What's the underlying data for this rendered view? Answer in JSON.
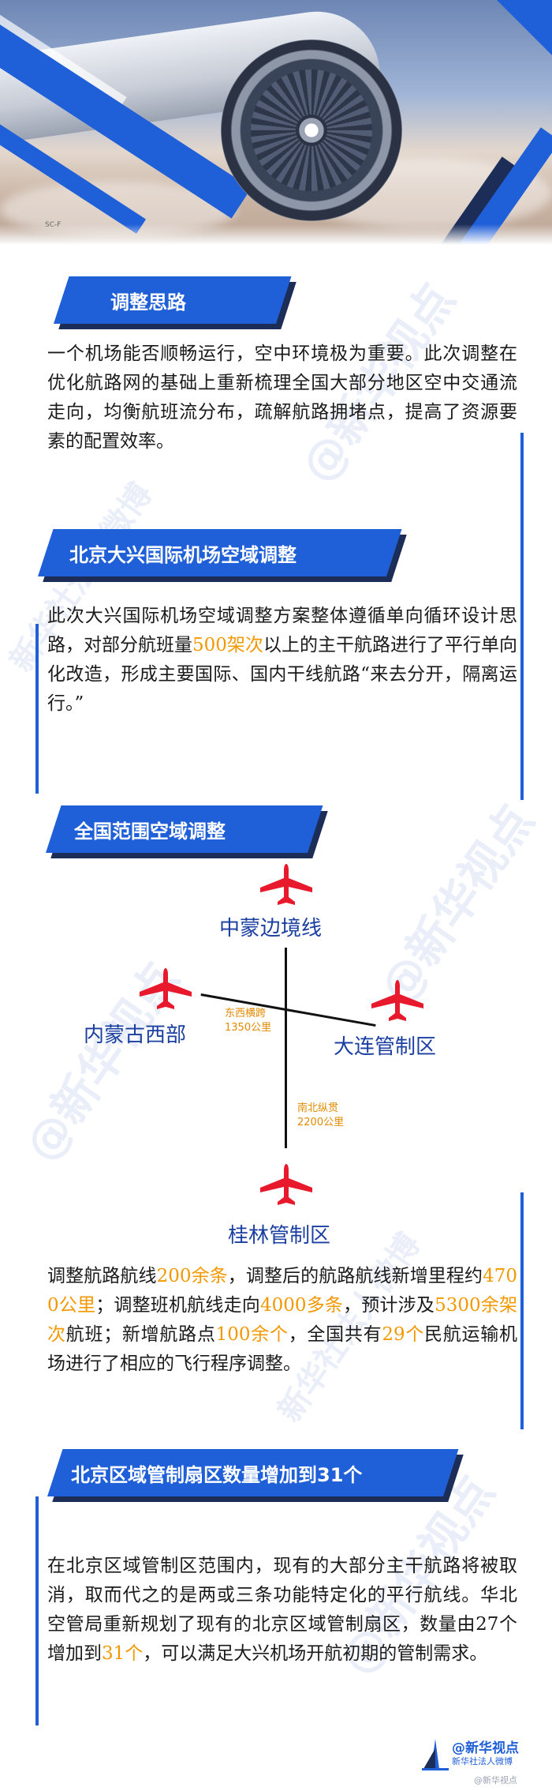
{
  "hero": {
    "corner_code": "SC-F"
  },
  "watermark": {
    "text": "@新华视点",
    "sub": "新华社法人微博"
  },
  "sections": [
    {
      "title": "调整思路",
      "paragraph": [
        {
          "t": "一个机场能否顺畅运行，空中环境极为重要。此次调整在优化航路网的基础上重新梳理全国大部分地区空中交通流走向，均衡航班流分布，疏解航路拥堵点，提高了资源要素的配置效率。",
          "h": false
        }
      ]
    },
    {
      "title": "北京大兴国际机场空域调整",
      "paragraph": [
        {
          "t": "此次大兴国际机场空域调整方案整体遵循单向循环设计思路，对部分航班量",
          "h": false
        },
        {
          "t": "500架次",
          "h": true
        },
        {
          "t": "以上的主干航路进行了平行单向化改造，形成主要国际、国内干线航路“来去分开，隔离运行。”",
          "h": false
        }
      ]
    },
    {
      "title": "全国范围空域调整",
      "paragraph": [
        {
          "t": "调整航路航线",
          "h": false
        },
        {
          "t": "200余条",
          "h": true
        },
        {
          "t": "，调整后的航路航线新增里程约",
          "h": false
        },
        {
          "t": "4700公里",
          "h": true
        },
        {
          "t": "；调整班机航线走向",
          "h": false
        },
        {
          "t": "4000多条",
          "h": true
        },
        {
          "t": "，预计涉及",
          "h": false
        },
        {
          "t": "5300余架次",
          "h": true
        },
        {
          "t": "航班；新增航路点",
          "h": false
        },
        {
          "t": "100余个",
          "h": true
        },
        {
          "t": "，全国共有",
          "h": false
        },
        {
          "t": "29个",
          "h": true
        },
        {
          "t": "民航运输机场进行了相应的飞行程序调整。",
          "h": false
        }
      ]
    },
    {
      "title": "北京区域管制扇区数量增加到31个",
      "paragraph": [
        {
          "t": "在北京区域管制区范围内，现有的大部分主干航路将被取消，取而代之的是两或三条功能特定化的平行航线。华北空管局重新规划了现有的北京区域管制扇区，数量由27个增加到",
          "h": false
        },
        {
          "t": "31个",
          "h": true
        },
        {
          "t": "，可以满足大兴机场开航初期的管制需求。",
          "h": false
        }
      ]
    }
  ],
  "map": {
    "nodes": {
      "north": "中蒙边境线",
      "west": "内蒙古西部",
      "east": "大连管制区",
      "south": "桂林管制区"
    },
    "east_west": {
      "name": "东西横跨",
      "distance": "1350公里"
    },
    "north_south": {
      "name": "南北纵贯",
      "distance": "2200公里"
    }
  },
  "logo": {
    "title": "@新华视点",
    "subtitle": "新华社法人微博",
    "weibo": "@新华视点"
  },
  "colors": {
    "accent": "#1f5fd8",
    "dark": "#1c2d58",
    "highlight": "#f39800",
    "plane": "#e8192c",
    "node_text": "#1a3fa0"
  }
}
